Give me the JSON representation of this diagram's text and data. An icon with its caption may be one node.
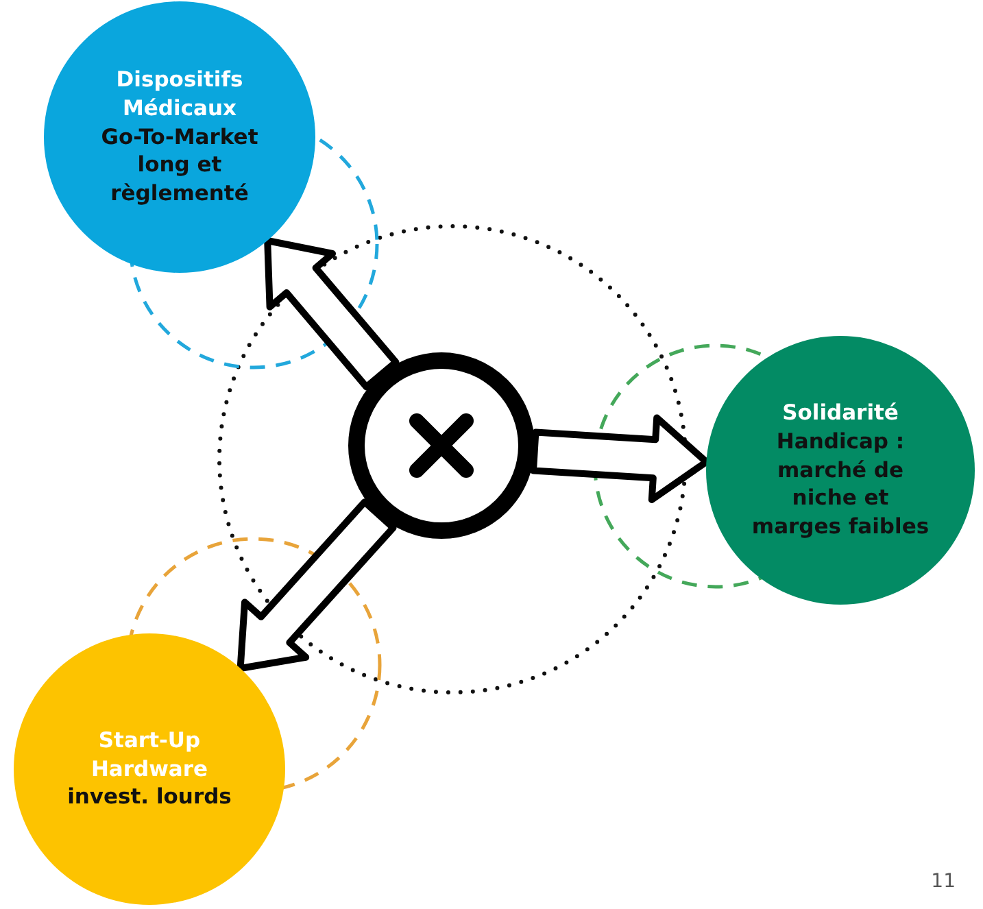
{
  "diagram": {
    "nodes": [
      {
        "text": [],
        "shape": "circle"
      },
      {
        "text": [
          "Dispositifs Médicaux",
          "Go-To-Market long et règlementé"
        ]
      },
      {
        "text": [
          "Solidarité",
          "Handicap : marché de niche et marges faibles"
        ]
      },
      {
        "text": [
          "Start-Up Hardware",
          "invest. lourds"
        ]
      }
    ],
    "edges": [
      {
        "from": 0,
        "to": 1,
        "arrow": "to"
      },
      {
        "from": 0,
        "to": 2,
        "arrow": "to"
      },
      {
        "from": 0,
        "to": 3,
        "arrow": "to"
      }
    ],
    "labels": [
      "11"
    ]
  }
}
